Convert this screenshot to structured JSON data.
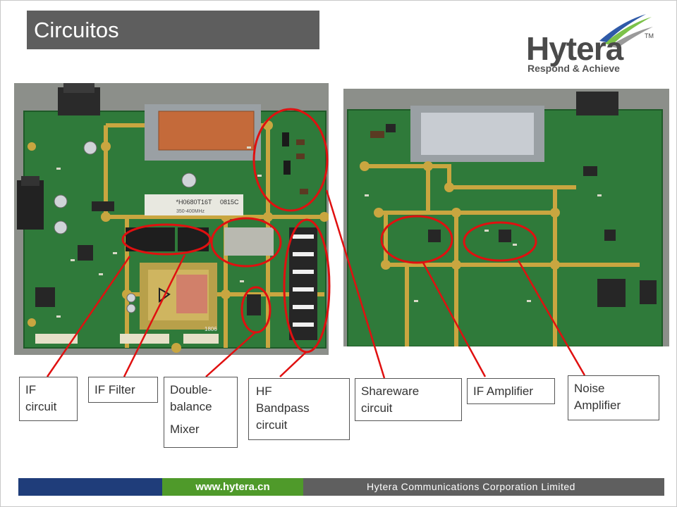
{
  "slide": {
    "title": "Circuitos",
    "logo": {
      "name": "Hytera",
      "tm": "TM",
      "tagline": "Respond & Achieve"
    },
    "labels": {
      "if_circuit": [
        "IF",
        "circuit"
      ],
      "if_filter": "IF Filter",
      "double_balance_mixer": [
        "Double-",
        "balance",
        "Mixer"
      ],
      "hf_bandpass": [
        "HF",
        "Bandpass",
        "circuit"
      ],
      "shareware": [
        "Shareware",
        "circuit"
      ],
      "if_amplifier": "IF Amplifier",
      "noise_amplifier": [
        "Noise",
        "Amplifier"
      ]
    },
    "board_text": {
      "module_label": "*H0680T16T",
      "module_sub": "350-400MHz",
      "chip_code": "0815C",
      "side_code": "1806"
    },
    "footer": {
      "website": "www.hytera.cn",
      "company": "Hytera Communications Corporation Limited"
    },
    "colors": {
      "title_bg": "#5e5e5e",
      "pcb_green": "#2f7a3a",
      "trace_gold": "#c9a640",
      "marker_red": "#e01010",
      "footer_blue": "#1f3d7a",
      "footer_green": "#4f9a2a",
      "footer_gray": "#5f5f5f"
    }
  }
}
